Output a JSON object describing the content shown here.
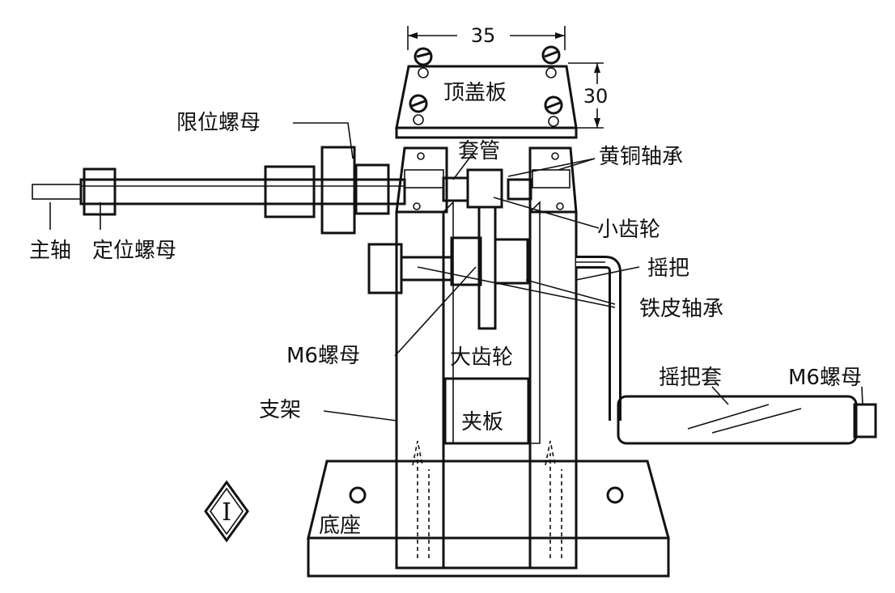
{
  "figure": {
    "dimensions": {
      "width_label": "35",
      "height_label": "30"
    },
    "labels": {
      "top_cover_plate": "顶盖板",
      "limit_nut": "限位螺母",
      "sleeve": "套管",
      "brass_bearing": "黄铜轴承",
      "small_gear": "小齿轮",
      "main_shaft": "主轴",
      "positioning_nut": "定位螺母",
      "crank": "摇把",
      "iron_bearing": "铁皮轴承",
      "m6_nut_left": "M6螺母",
      "large_gear": "大齿轮",
      "crank_sleeve": "摇把套",
      "m6_nut_right": "M6螺母",
      "bracket": "支架",
      "clamp_plate": "夹板",
      "base": "底座"
    },
    "marker": "I"
  },
  "colors": {
    "ink": "#111111",
    "stipple": "#9a9a9a",
    "paper": "#ffffff"
  }
}
